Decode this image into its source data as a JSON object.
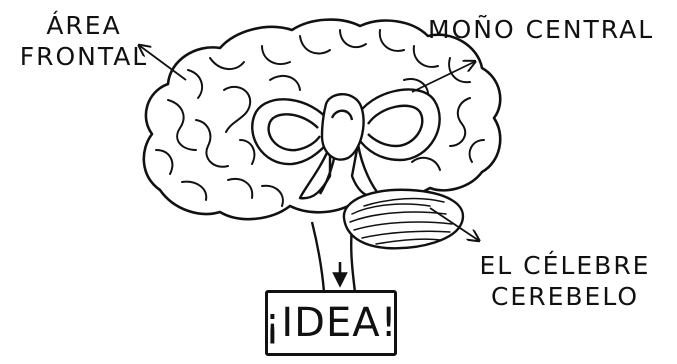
{
  "labels": {
    "area_frontal": [
      "ÁREA",
      "FRONTAL"
    ],
    "mono_central": "MOÑO CENTRAL",
    "celebre_cerebelo": [
      "EL CÉLEBRE",
      "CEREBELO"
    ]
  },
  "idea_box": {
    "text": "¡IDEA!"
  },
  "colors": {
    "ink": "#111111",
    "paper": "#ffffff"
  }
}
